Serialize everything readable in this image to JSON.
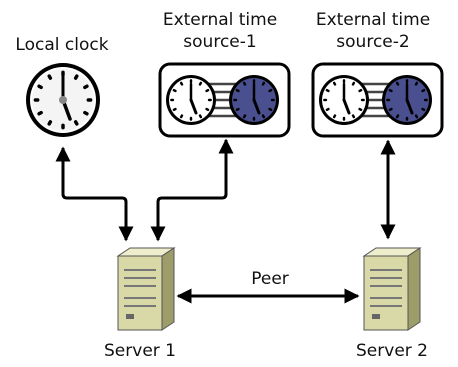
{
  "labels": {
    "local_clock": "Local clock",
    "external1_line1": "External time",
    "external1_line2": "source-1",
    "external2_line1": "External time",
    "external2_line2": "source-2",
    "peer": "Peer",
    "server1": "Server 1",
    "server2": "Server 2"
  },
  "colors": {
    "line": "#000000",
    "clock_dark_face": "#4a4f8f",
    "server_body": "#d9d9a8",
    "server_shadow": "#9d9d6a"
  }
}
